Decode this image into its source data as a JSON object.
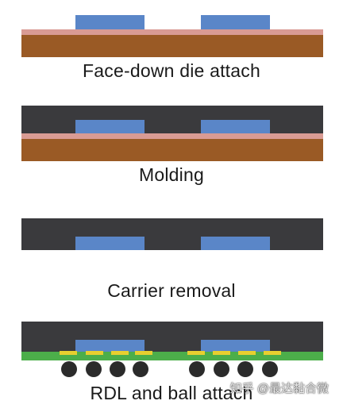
{
  "steps": [
    {
      "id": "face-down-die-attach",
      "label": "Face-down die attach"
    },
    {
      "id": "molding",
      "label": "Molding"
    },
    {
      "id": "carrier-removal",
      "label": "Carrier removal"
    },
    {
      "id": "rdl-and-ball-attach",
      "label": "RDL and ball attach"
    }
  ],
  "watermark": "知乎 @最达黏合微",
  "colors": {
    "carrier": "#9a5a25",
    "release_layer": "#d99b94",
    "die": "#5a86c8",
    "mold_compound": "#3a3a3d",
    "rdl_layer": "#4cae4a",
    "pad": "#e8cf2f",
    "solder_ball": "#2b2b2b",
    "background": "#ffffff"
  }
}
